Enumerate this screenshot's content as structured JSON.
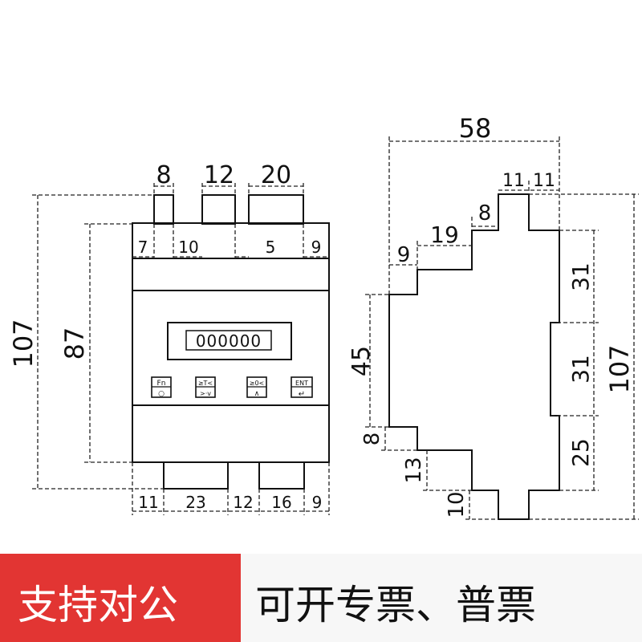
{
  "front_view": {
    "dim_top": [
      "8",
      "12",
      "20"
    ],
    "dim_sub": [
      "7",
      "10",
      "5",
      "9"
    ],
    "dim_height_outer": "107",
    "dim_height_inner": "87",
    "dim_bottom": [
      "11",
      "23",
      "12",
      "16",
      "9"
    ],
    "display_value": "000000",
    "keys": [
      {
        "top": "Fn",
        "bottom": "○"
      },
      {
        "top": "≥T<",
        "bottom": ">·v"
      },
      {
        "top": "≥0<",
        "bottom": "∧"
      },
      {
        "top": "ENT",
        "bottom": "↵"
      }
    ]
  },
  "side_view": {
    "dim_width": "58",
    "dim_top": [
      "11",
      "11"
    ],
    "dim_steps_top": [
      "8",
      "19",
      "9"
    ],
    "dim_left_height": "45",
    "dim_left_bottom": [
      "8",
      "13",
      "10"
    ],
    "dim_right": [
      "31",
      "31",
      "25"
    ],
    "dim_height": "107"
  },
  "banner": {
    "left_text": "支持对公",
    "right_text": "可开专票、普票",
    "left_color": "#e23533"
  }
}
